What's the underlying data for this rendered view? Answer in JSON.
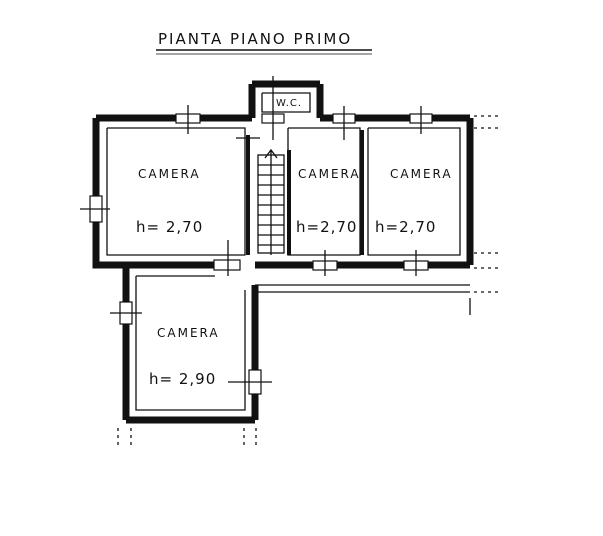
{
  "title": "PIANTA PIANO PRIMO",
  "rooms": [
    {
      "label": "CAMERA",
      "height": "h= 2,70"
    },
    {
      "label": "CAMERA",
      "height": "h=2,70"
    },
    {
      "label": "CAMERA",
      "height": "h=2,70"
    },
    {
      "label": "CAMERA",
      "height": "h= 2,90"
    }
  ],
  "wc": {
    "label": "W.C."
  }
}
